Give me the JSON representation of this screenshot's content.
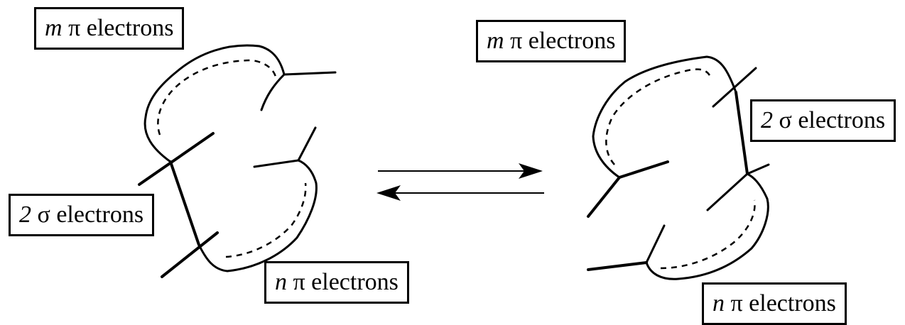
{
  "diagram": {
    "left_molecule": {
      "labels": {
        "m_pi": {
          "variable": "m",
          "symbol": "π",
          "text": "electrons"
        },
        "sigma": {
          "variable": "2",
          "symbol": "σ",
          "text": "electrons"
        },
        "n_pi": {
          "variable": "n",
          "symbol": "π",
          "text": "electrons"
        }
      }
    },
    "right_molecule": {
      "labels": {
        "m_pi": {
          "variable": "m",
          "symbol": "π",
          "text": "electrons"
        },
        "sigma": {
          "variable": "2",
          "symbol": "σ",
          "text": "electrons"
        },
        "n_pi": {
          "variable": "n",
          "symbol": "π",
          "text": "electrons"
        }
      }
    },
    "equilibrium": "forward-reverse"
  }
}
